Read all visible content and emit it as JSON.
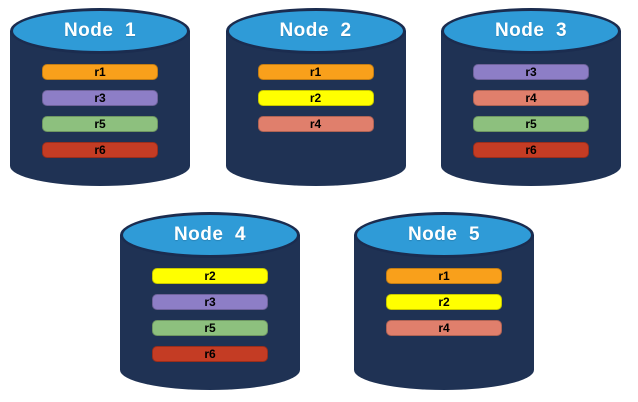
{
  "diagram": {
    "type": "database-replication-diagram",
    "background": "#ffffff",
    "colors": {
      "cylinder_body": "#1F3254",
      "cylinder_top": "#2F9BD7",
      "cylinder_outline": "#1B2C4F",
      "title_text": "#FFFFFF",
      "bar_text": "#000000"
    },
    "replica_colors": {
      "r1": "#F9A01B",
      "r2": "#FFFF00",
      "r3": "#8D7EC6",
      "r4": "#E07F6C",
      "r5": "#8DC07E",
      "r6": "#C43C24"
    },
    "nodes": [
      {
        "label": "Node  1",
        "replicas": [
          "r1",
          "r3",
          "r5",
          "r6"
        ]
      },
      {
        "label": "Node  2",
        "replicas": [
          "r1",
          "r2",
          "r4"
        ]
      },
      {
        "label": "Node  3",
        "replicas": [
          "r3",
          "r4",
          "r5",
          "r6"
        ]
      },
      {
        "label": "Node  4",
        "replicas": [
          "r2",
          "r3",
          "r5",
          "r6"
        ]
      },
      {
        "label": "Node  5",
        "replicas": [
          "r1",
          "r2",
          "r4"
        ]
      }
    ]
  }
}
